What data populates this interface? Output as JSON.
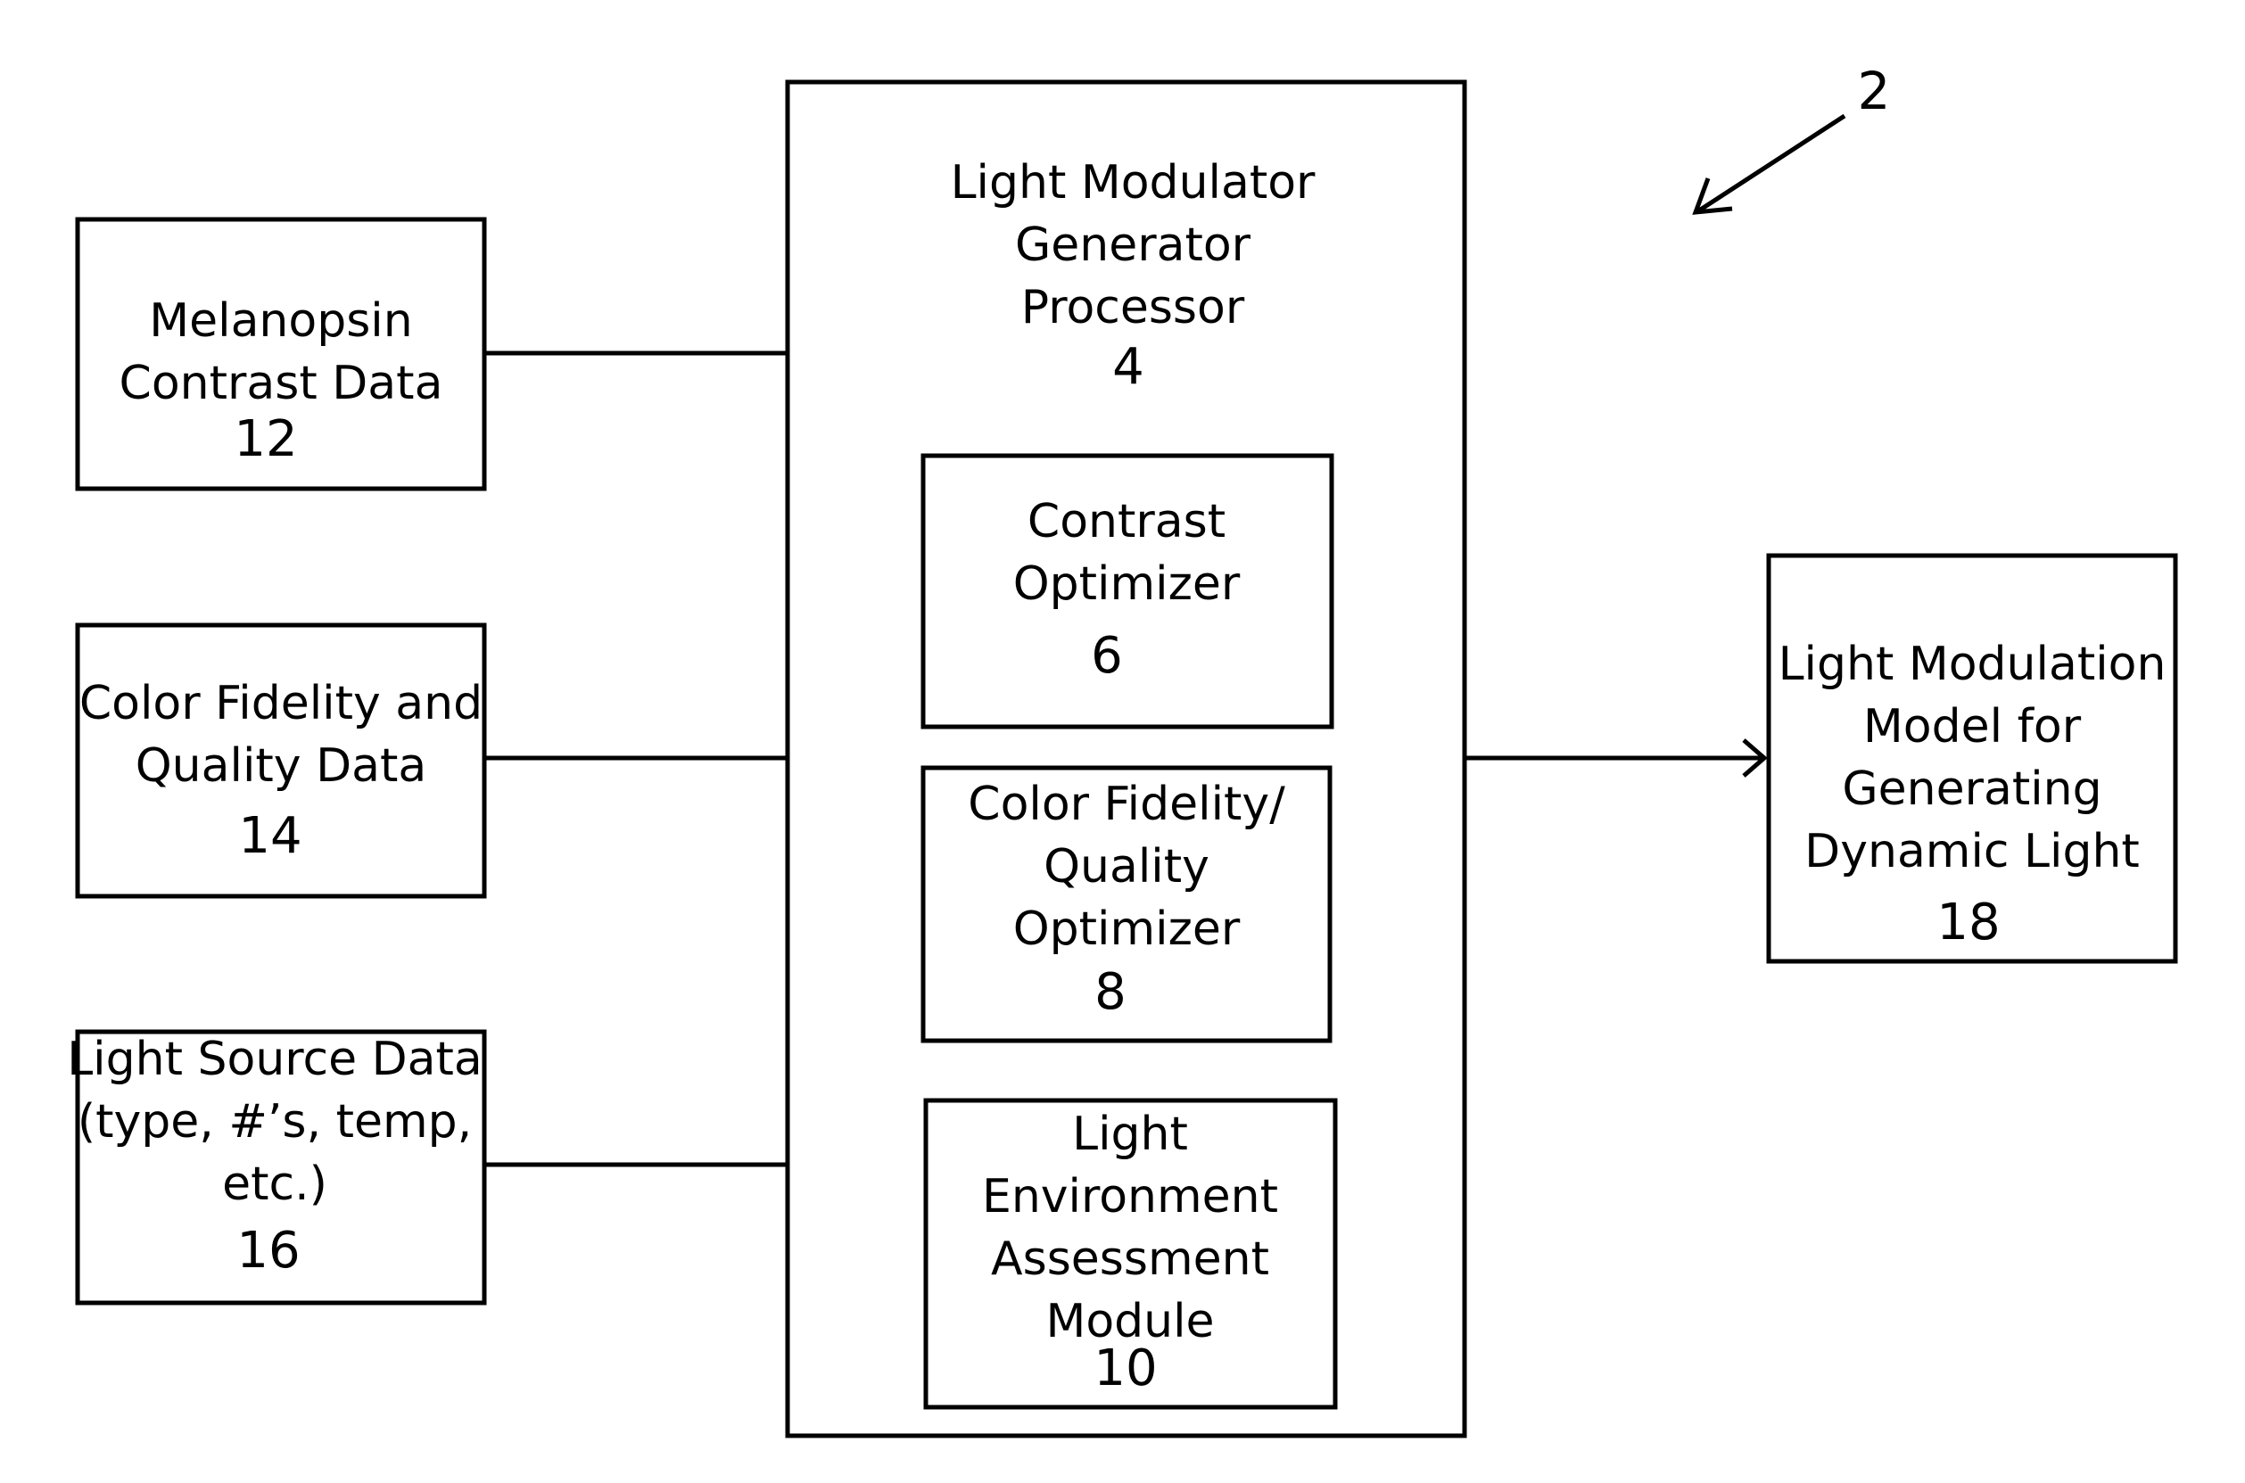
{
  "figure_ref": "2",
  "blocks": {
    "processor": {
      "lines": [
        "Light Modulator",
        "Generator",
        "Processor"
      ],
      "number": "4"
    },
    "melanopsin": {
      "lines": [
        "Melanopsin",
        "Contrast Data"
      ],
      "number": "12"
    },
    "color_data": {
      "lines": [
        "Color Fidelity and",
        "Quality Data"
      ],
      "number": "14"
    },
    "light_source": {
      "lines": [
        "Light Source Data",
        "(type, #’s, temp,",
        "etc.)"
      ],
      "number": "16"
    },
    "contrast_opt": {
      "lines": [
        "Contrast",
        "Optimizer"
      ],
      "number": "6"
    },
    "color_opt": {
      "lines": [
        "Color Fidelity/",
        "Quality",
        "Optimizer"
      ],
      "number": "8"
    },
    "env_module": {
      "lines": [
        "Light",
        "Environment",
        "Assessment",
        "Module"
      ],
      "number": "10"
    },
    "model": {
      "lines": [
        "Light Modulation",
        "Model for",
        "Generating",
        "Dynamic Light"
      ],
      "number": "18"
    }
  }
}
